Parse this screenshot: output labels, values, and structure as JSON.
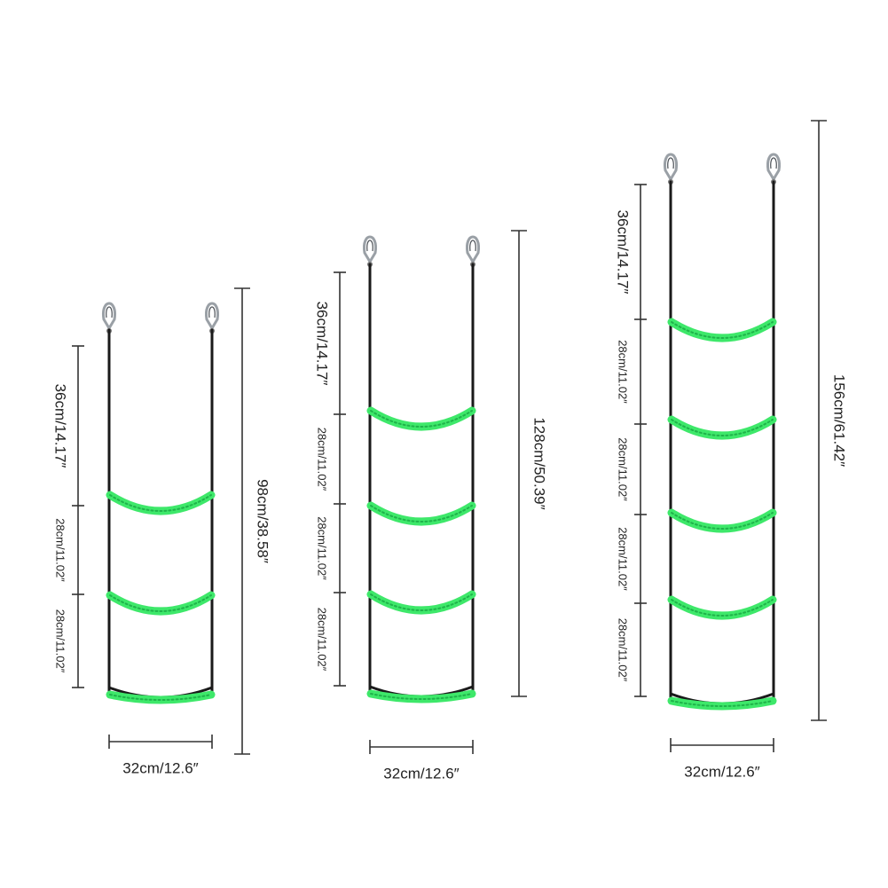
{
  "colors": {
    "rung": "#3ee86a",
    "rope": "#1a1a1a",
    "hook": "#9aa0a6",
    "dimension": "#333333"
  },
  "ladders": [
    {
      "name": "ladder-small",
      "total_label": "98cm/38.58″",
      "width_label": "32cm/12.6″",
      "segments": [
        "36cm/14.17″",
        "28cm/11.02″",
        "28cm/11.02″"
      ],
      "rung_count": 3
    },
    {
      "name": "ladder-medium",
      "total_label": "128cm/50.39″",
      "width_label": "32cm/12.6″",
      "segments": [
        "36cm/14.17″",
        "28cm/11.02″",
        "28cm/11.02″",
        "28cm/11.02″"
      ],
      "rung_count": 4
    },
    {
      "name": "ladder-large",
      "total_label": "156cm/61.42″",
      "width_label": "32cm/12.6″",
      "segments": [
        "36cm/14.17″",
        "28cm/11.02″",
        "28cm/11.02″",
        "28cm/11.02″",
        "28cm/11.02″"
      ],
      "rung_count": 5
    }
  ]
}
